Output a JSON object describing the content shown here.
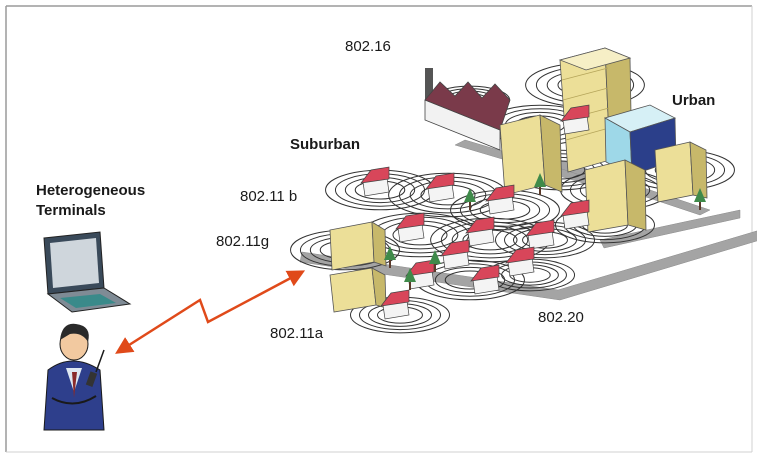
{
  "labels": {
    "heterogeneous": "Heterogeneous",
    "terminals": "Terminals",
    "suburban": "Suburban",
    "urban": "Urban",
    "std_80216": "802.16",
    "std_80211b": "802.11 b",
    "std_80211g": "802.11g",
    "std_80211a": "802.11a",
    "std_80220": "802.20"
  },
  "colors": {
    "frame": "#c8c8c8",
    "link_arrow": "#e04a1a",
    "house_roof": "#d8465a",
    "building_yellow": "#ecdf98",
    "building_glass": "#9ed8e8",
    "factory": "#7a3a4a",
    "road": "#9a9a9a",
    "tree": "#3f8a4a",
    "rings": "#333333"
  },
  "icons": {
    "terminal": "laptop-icon",
    "user": "person-with-phone-icon",
    "link": "zigzag-arrow-icon"
  }
}
